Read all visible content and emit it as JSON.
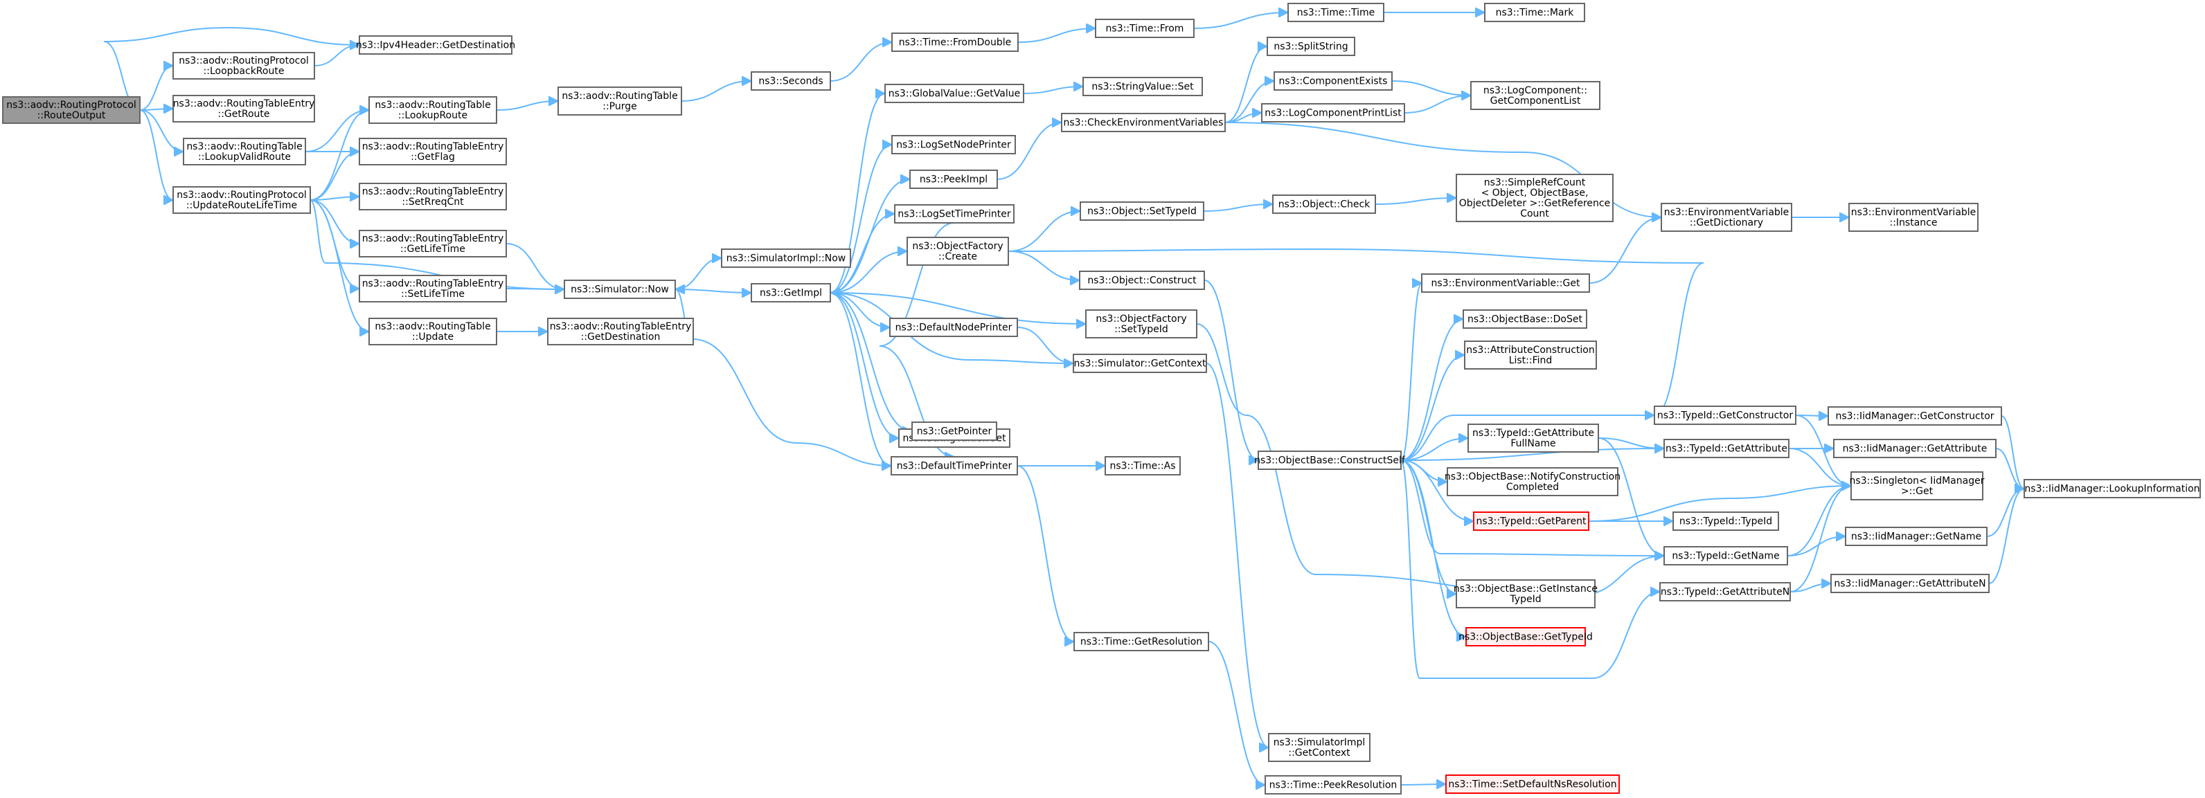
{
  "nodes": [
    {
      "id": "n0",
      "lines": [
        "ns3::aodv::RoutingProtocol",
        "::RouteOutput"
      ],
      "root": true
    },
    {
      "id": "n1",
      "lines": [
        "ns3::Ipv4Header::GetDestination"
      ]
    },
    {
      "id": "n2",
      "lines": [
        "ns3::aodv::RoutingProtocol",
        "::LoopbackRoute"
      ]
    },
    {
      "id": "n3",
      "lines": [
        "ns3::aodv::RoutingTableEntry",
        "::GetRoute"
      ]
    },
    {
      "id": "n4",
      "lines": [
        "ns3::aodv::RoutingTable",
        "::LookupValidRoute"
      ]
    },
    {
      "id": "n5",
      "lines": [
        "ns3::aodv::RoutingProtocol",
        "::UpdateRouteLifeTime"
      ]
    },
    {
      "id": "n6",
      "lines": [
        "ns3::aodv::RoutingTable",
        "::LookupRoute"
      ]
    },
    {
      "id": "n7",
      "lines": [
        "ns3::aodv::RoutingTableEntry",
        "::GetFlag"
      ]
    },
    {
      "id": "n8",
      "lines": [
        "ns3::aodv::RoutingTableEntry",
        "::SetRreqCnt"
      ]
    },
    {
      "id": "n9",
      "lines": [
        "ns3::aodv::RoutingTableEntry",
        "::GetLifeTime"
      ]
    },
    {
      "id": "n10",
      "lines": [
        "ns3::aodv::RoutingTableEntry",
        "::SetLifeTime"
      ]
    },
    {
      "id": "n11",
      "lines": [
        "ns3::aodv::RoutingTable",
        "::Update"
      ]
    },
    {
      "id": "n12",
      "lines": [
        "ns3::aodv::RoutingTable",
        "::Purge"
      ]
    },
    {
      "id": "n13",
      "lines": [
        "ns3::Simulator::Now"
      ]
    },
    {
      "id": "n14",
      "lines": [
        "ns3::aodv::RoutingTableEntry",
        "::GetDestination"
      ]
    },
    {
      "id": "n15",
      "lines": [
        "ns3::Seconds"
      ]
    },
    {
      "id": "n16",
      "lines": [
        "ns3::SimulatorImpl::Now"
      ]
    },
    {
      "id": "n17",
      "lines": [
        "ns3::GetImpl"
      ]
    },
    {
      "id": "n18",
      "lines": [
        "ns3::Time::FromDouble"
      ]
    },
    {
      "id": "n19",
      "lines": [
        "ns3::GlobalValue::GetValue"
      ]
    },
    {
      "id": "n20",
      "lines": [
        "ns3::LogSetNodePrinter"
      ]
    },
    {
      "id": "n21",
      "lines": [
        "ns3::PeekImpl"
      ]
    },
    {
      "id": "n22",
      "lines": [
        "ns3::LogSetTimePrinter"
      ]
    },
    {
      "id": "n23",
      "lines": [
        "ns3::ObjectFactory",
        "::Create"
      ]
    },
    {
      "id": "n24",
      "lines": [
        "ns3::DefaultNodePrinter"
      ]
    },
    {
      "id": "n25",
      "lines": [
        "ns3::StringValue::Get"
      ]
    },
    {
      "id": "n26",
      "lines": [
        "ns3::GetPointer"
      ]
    },
    {
      "id": "n27",
      "lines": [
        "ns3::DefaultTimePrinter"
      ]
    },
    {
      "id": "n28",
      "lines": [
        "ns3::Time::From"
      ]
    },
    {
      "id": "n29",
      "lines": [
        "ns3::StringValue::Set"
      ]
    },
    {
      "id": "n30",
      "lines": [
        "ns3::CheckEnvironmentVariables"
      ]
    },
    {
      "id": "n31",
      "lines": [
        "ns3::Object::SetTypeId"
      ]
    },
    {
      "id": "n32",
      "lines": [
        "ns3::Object::Construct"
      ]
    },
    {
      "id": "n33",
      "lines": [
        "ns3::ObjectFactory",
        "::SetTypeId"
      ]
    },
    {
      "id": "n34",
      "lines": [
        "ns3::Simulator::GetContext"
      ]
    },
    {
      "id": "n35",
      "lines": [
        "ns3::Time::As"
      ]
    },
    {
      "id": "n36",
      "lines": [
        "ns3::Time::GetResolution"
      ]
    },
    {
      "id": "n37",
      "lines": [
        "ns3::Time::Time"
      ]
    },
    {
      "id": "n38",
      "lines": [
        "ns3::SplitString"
      ]
    },
    {
      "id": "n39",
      "lines": [
        "ns3::ComponentExists"
      ]
    },
    {
      "id": "n40",
      "lines": [
        "ns3::LogComponentPrintList"
      ]
    },
    {
      "id": "n41",
      "lines": [
        "ns3::Object::Check"
      ]
    },
    {
      "id": "n42",
      "lines": [
        "ns3::ObjectBase::ConstructSelf"
      ]
    },
    {
      "id": "n43",
      "lines": [
        "ns3::SimulatorImpl",
        "::GetContext"
      ]
    },
    {
      "id": "n44",
      "lines": [
        "ns3::Time::PeekResolution"
      ]
    },
    {
      "id": "n45",
      "lines": [
        "ns3::Time::Mark"
      ]
    },
    {
      "id": "n46",
      "lines": [
        "ns3::LogComponent::",
        "GetComponentList"
      ]
    },
    {
      "id": "n47",
      "lines": [
        "ns3::SimpleRefCount",
        "< Object, ObjectBase,",
        "ObjectDeleter >::GetReference",
        "Count"
      ]
    },
    {
      "id": "n48",
      "lines": [
        "ns3::EnvironmentVariable::Get"
      ]
    },
    {
      "id": "n49",
      "lines": [
        "ns3::ObjectBase::DoSet"
      ]
    },
    {
      "id": "n50",
      "lines": [
        "ns3::AttributeConstruction",
        "List::Find"
      ]
    },
    {
      "id": "n51",
      "lines": [
        "ns3::TypeId::GetAttribute",
        "FullName"
      ]
    },
    {
      "id": "n52",
      "lines": [
        "ns3::ObjectBase::NotifyConstruction",
        "Completed"
      ]
    },
    {
      "id": "n53",
      "lines": [
        "ns3::TypeId::GetParent"
      ],
      "truncated": true
    },
    {
      "id": "n54",
      "lines": [
        "ns3::ObjectBase::GetInstance",
        "TypeId"
      ]
    },
    {
      "id": "n55",
      "lines": [
        "ns3::ObjectBase::GetTypeId"
      ],
      "truncated": true
    },
    {
      "id": "n56",
      "lines": [
        "ns3::Time::SetDefaultNsResolution"
      ],
      "truncated": true
    },
    {
      "id": "n57",
      "lines": [
        "ns3::EnvironmentVariable",
        "::GetDictionary"
      ]
    },
    {
      "id": "n58",
      "lines": [
        "ns3::TypeId::GetConstructor"
      ]
    },
    {
      "id": "n59",
      "lines": [
        "ns3::TypeId::GetAttribute"
      ]
    },
    {
      "id": "n60",
      "lines": [
        "ns3::TypeId::TypeId"
      ]
    },
    {
      "id": "n61",
      "lines": [
        "ns3::TypeId::GetName"
      ]
    },
    {
      "id": "n62",
      "lines": [
        "ns3::TypeId::GetAttributeN"
      ]
    },
    {
      "id": "n63",
      "lines": [
        "ns3::EnvironmentVariable",
        "::Instance"
      ]
    },
    {
      "id": "n64",
      "lines": [
        "ns3::IidManager::GetConstructor"
      ]
    },
    {
      "id": "n65",
      "lines": [
        "ns3::IidManager::GetAttribute"
      ]
    },
    {
      "id": "n66",
      "lines": [
        "ns3::Singleton< IidManager",
        " >::Get"
      ]
    },
    {
      "id": "n67",
      "lines": [
        "ns3::IidManager::GetName"
      ]
    },
    {
      "id": "n68",
      "lines": [
        "ns3::IidManager::GetAttributeN"
      ]
    },
    {
      "id": "n69",
      "lines": [
        "ns3::IidManager::LookupInformation"
      ]
    }
  ],
  "edges": [
    [
      "n0",
      "n1"
    ],
    [
      "n0",
      "n2"
    ],
    [
      "n0",
      "n3"
    ],
    [
      "n0",
      "n4"
    ],
    [
      "n0",
      "n5"
    ],
    [
      "n2",
      "n1"
    ],
    [
      "n4",
      "n6"
    ],
    [
      "n4",
      "n7"
    ],
    [
      "n5",
      "n6"
    ],
    [
      "n5",
      "n7"
    ],
    [
      "n5",
      "n8"
    ],
    [
      "n5",
      "n9"
    ],
    [
      "n5",
      "n10"
    ],
    [
      "n5",
      "n11"
    ],
    [
      "n5",
      "n13"
    ],
    [
      "n6",
      "n12"
    ],
    [
      "n12",
      "n15"
    ],
    [
      "n9",
      "n13"
    ],
    [
      "n10",
      "n13"
    ],
    [
      "n11",
      "n14"
    ],
    [
      "n13",
      "n16"
    ],
    [
      "n13",
      "n17"
    ],
    [
      "n15",
      "n18"
    ],
    [
      "n18",
      "n28"
    ],
    [
      "n28",
      "n37"
    ],
    [
      "n37",
      "n45"
    ],
    [
      "n17",
      "n19"
    ],
    [
      "n17",
      "n20"
    ],
    [
      "n17",
      "n21"
    ],
    [
      "n17",
      "n22"
    ],
    [
      "n17",
      "n23"
    ],
    [
      "n17",
      "n24"
    ],
    [
      "n17",
      "n25"
    ],
    [
      "n17",
      "n26"
    ],
    [
      "n17",
      "n27"
    ],
    [
      "n17",
      "n33"
    ],
    [
      "n19",
      "n29"
    ],
    [
      "n21",
      "n30"
    ],
    [
      "n22",
      "n27"
    ],
    [
      "n24",
      "n34"
    ],
    [
      "n34",
      "n17"
    ],
    [
      "n34",
      "n43"
    ],
    [
      "n27",
      "n13"
    ],
    [
      "n27",
      "n35"
    ],
    [
      "n27",
      "n36"
    ],
    [
      "n36",
      "n44"
    ],
    [
      "n44",
      "n56"
    ],
    [
      "n23",
      "n31"
    ],
    [
      "n23",
      "n32"
    ],
    [
      "n23",
      "n58"
    ],
    [
      "n31",
      "n41"
    ],
    [
      "n41",
      "n47"
    ],
    [
      "n32",
      "n42"
    ],
    [
      "n33",
      "n61"
    ],
    [
      "n30",
      "n38"
    ],
    [
      "n30",
      "n39"
    ],
    [
      "n30",
      "n40"
    ],
    [
      "n30",
      "n57"
    ],
    [
      "n39",
      "n46"
    ],
    [
      "n40",
      "n46"
    ],
    [
      "n42",
      "n48"
    ],
    [
      "n42",
      "n49"
    ],
    [
      "n42",
      "n50"
    ],
    [
      "n42",
      "n51"
    ],
    [
      "n42",
      "n52"
    ],
    [
      "n42",
      "n53"
    ],
    [
      "n42",
      "n54"
    ],
    [
      "n42",
      "n55"
    ],
    [
      "n42",
      "n58"
    ],
    [
      "n42",
      "n59"
    ],
    [
      "n42",
      "n61"
    ],
    [
      "n42",
      "n62"
    ],
    [
      "n48",
      "n57"
    ],
    [
      "n57",
      "n63"
    ],
    [
      "n51",
      "n59"
    ],
    [
      "n51",
      "n61"
    ],
    [
      "n53",
      "n60"
    ],
    [
      "n53",
      "n66"
    ],
    [
      "n58",
      "n64"
    ],
    [
      "n58",
      "n66"
    ],
    [
      "n59",
      "n65"
    ],
    [
      "n59",
      "n66"
    ],
    [
      "n61",
      "n66"
    ],
    [
      "n61",
      "n67"
    ],
    [
      "n62",
      "n68"
    ],
    [
      "n62",
      "n66"
    ],
    [
      "n64",
      "n69"
    ],
    [
      "n65",
      "n69"
    ],
    [
      "n67",
      "n69"
    ],
    [
      "n68",
      "n69"
    ]
  ]
}
